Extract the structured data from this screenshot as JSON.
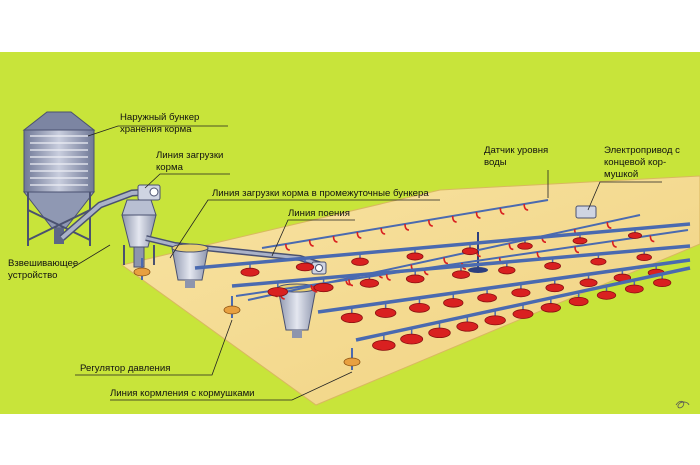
{
  "diagram": {
    "labels": {
      "outer_bunker_line1": "Наружный  бункер",
      "outer_bunker_line2": "хранения  корма",
      "feed_loading_line1": "Линия загрузки",
      "feed_loading_line2": "корма",
      "intermediate_loading": "Линия загрузки корма в промежуточные бункера",
      "watering_line": "Линия поения",
      "water_sensor_line1": "Датчик уровня",
      "water_sensor_line2": "воды",
      "electric_drive_line1": "Электропривод с",
      "electric_drive_line2": "концевой кор-",
      "electric_drive_line3": "мушкой",
      "weighing_line1": "Взвешивающее",
      "weighing_line2": "устройство",
      "pressure_regulator": "Регулятор  давления",
      "feeding_line": "Линия кормления с кормушками"
    },
    "colors": {
      "background": "#c8e43a",
      "floor": "#f6dc90",
      "feeder": "#d92020",
      "pipe": "#4a6ab0",
      "silo": "#8d95b0"
    }
  }
}
